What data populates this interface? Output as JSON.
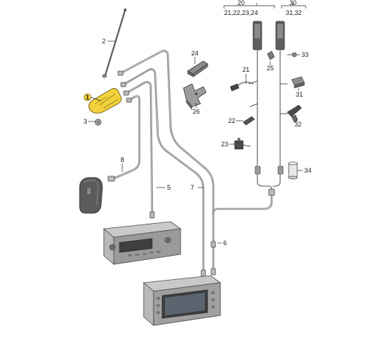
{
  "labels": {
    "p1": "1",
    "p2": "2",
    "p3": "3",
    "p5": "5",
    "p6": "6",
    "p7": "7",
    "p8": "8",
    "p20": "20",
    "p20_sub": "21,22,23,24",
    "p21": "21",
    "p22": "22",
    "p23": "23",
    "p24": "24",
    "p25": "25",
    "p26": "26",
    "p30": "30",
    "p30_sub": "31,32",
    "p31": "31",
    "p32": "32",
    "p33": "33",
    "p34": "34"
  },
  "colors": {
    "highlight": "#f2d23c",
    "cable": "#6e6e6e"
  }
}
